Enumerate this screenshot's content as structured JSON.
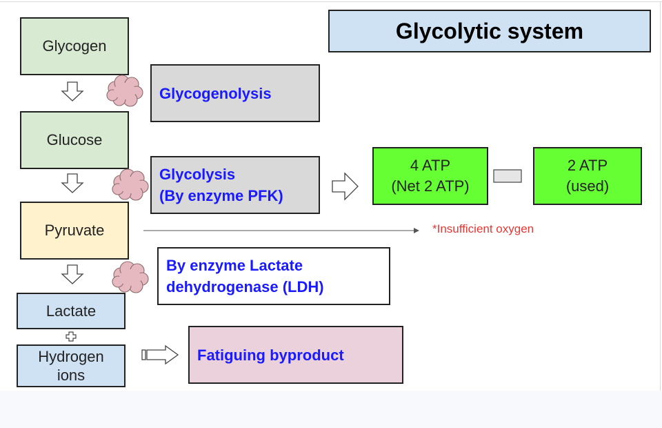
{
  "title": "Glycolytic system",
  "stages": {
    "glycogen": "Glycogen",
    "glucose": "Glucose",
    "pyruvate": "Pyruvate",
    "lactate": "Lactate",
    "hydrogen_line1": "Hydrogen",
    "hydrogen_line2": "ions"
  },
  "processes": {
    "glycogenolysis": "Glycogenolysis",
    "glycolysis_line1": "Glycolysis",
    "glycolysis_line2": "(By enzyme PFK)",
    "ldh_line1": "By enzyme Lactate",
    "ldh_line2": "dehydrogenase (LDH)",
    "byproduct": "Fatiguing byproduct"
  },
  "atp": {
    "produced_line1": "4 ATP",
    "produced_line2": "(Net 2 ATP)",
    "used_line1": "2 ATP",
    "used_line2": "(used)"
  },
  "note": "*Insufficient oxygen",
  "colors": {
    "process_text": "#1a1aff",
    "note_text": "#e53935",
    "title_fill": "#cfe2f3",
    "atp_fill": "#66ff33",
    "enzyme_cloud": "#e6b8c0"
  }
}
